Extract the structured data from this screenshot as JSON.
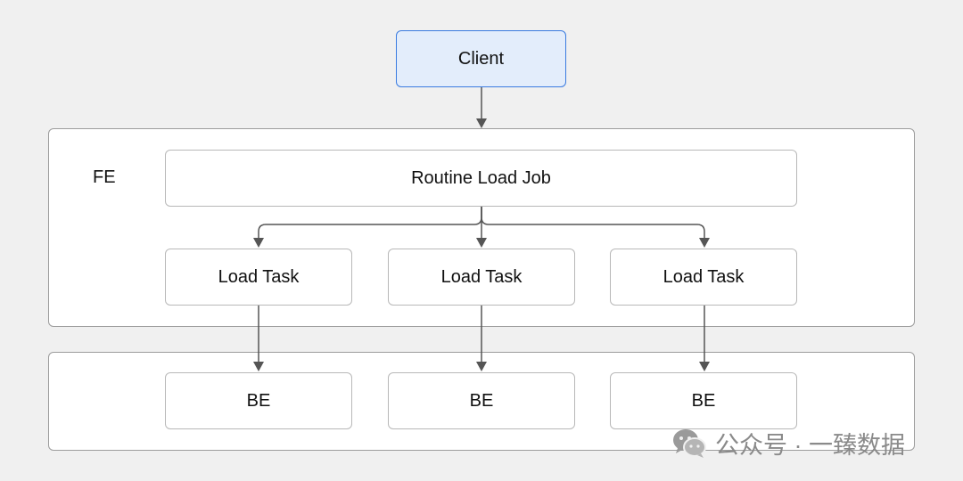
{
  "client": {
    "label": "Client"
  },
  "fe": {
    "label": "FE",
    "job": {
      "label": "Routine Load Job"
    },
    "tasks": [
      {
        "label": "Load Task"
      },
      {
        "label": "Load Task"
      },
      {
        "label": "Load Task"
      }
    ]
  },
  "be": {
    "nodes": [
      {
        "label": "BE"
      },
      {
        "label": "BE"
      },
      {
        "label": "BE"
      }
    ]
  },
  "watermark": {
    "text": "公众号 · 一臻数据",
    "icon": "wechat-icon"
  },
  "colors": {
    "client_fill": "#e3edfb",
    "client_border": "#3a7be0",
    "arrow": "#555555",
    "background": "#f0f0f0"
  }
}
